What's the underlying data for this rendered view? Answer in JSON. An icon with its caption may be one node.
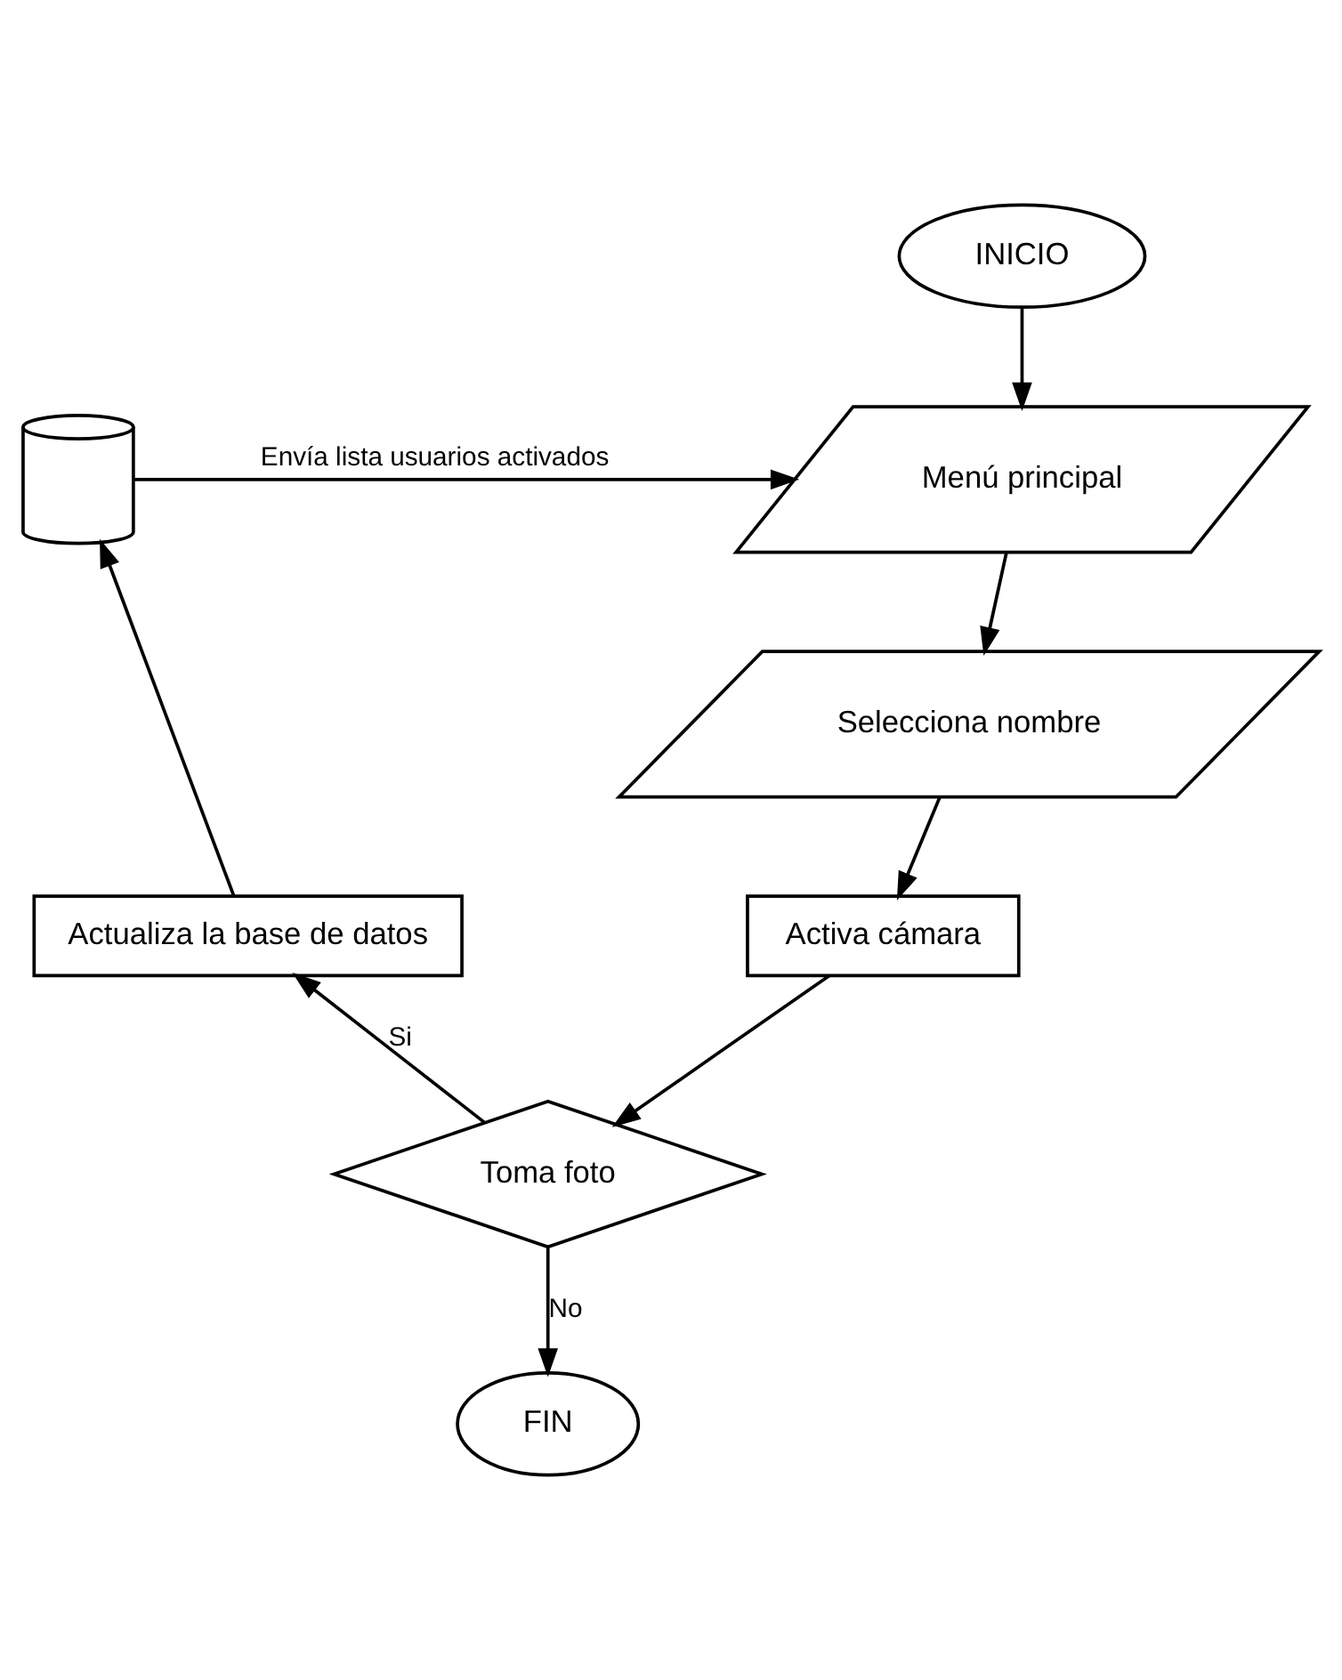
{
  "diagram": {
    "nodes": [
      {
        "text": [
          "INICIO"
        ]
      },
      {
        "text": [
          "Menú principal"
        ]
      },
      {
        "text": [
          "Selecciona nombre"
        ]
      },
      {
        "text": [
          "Activa cámara"
        ]
      },
      {
        "text": [
          "Toma foto"
        ]
      },
      {
        "text": [
          "FIN"
        ]
      },
      {
        "text": [
          "Actualiza la base de datos"
        ]
      },
      {
        "text": [],
        "shape": "cylinder"
      }
    ],
    "edges": [
      {
        "from": 0,
        "to": 1,
        "arrow": "to"
      },
      {
        "from": 1,
        "to": 2,
        "arrow": "to"
      },
      {
        "from": 2,
        "to": 3,
        "arrow": "to"
      },
      {
        "from": 3,
        "to": 4,
        "arrow": "to"
      },
      {
        "from": 4,
        "to": 5,
        "arrow": "to",
        "label": "No"
      },
      {
        "from": 4,
        "to": 6,
        "arrow": "to",
        "label": "Si"
      },
      {
        "from": 6,
        "to": 7,
        "arrow": "to"
      },
      {
        "from": 7,
        "to": 1,
        "arrow": "to",
        "label": "Envía lista usuarios activados"
      }
    ]
  }
}
